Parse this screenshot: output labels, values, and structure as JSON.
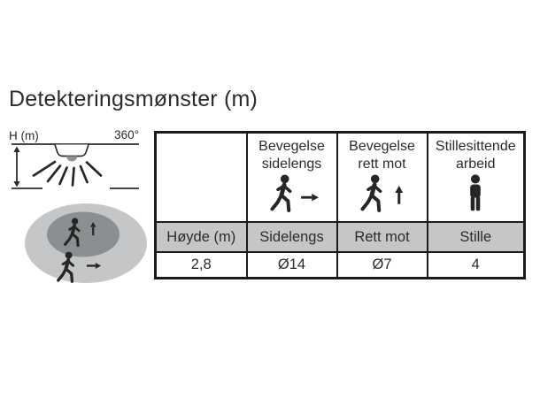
{
  "title": "Detekteringsmønster (m)",
  "diagram": {
    "height_label": "H (m)",
    "angle_label": "360°",
    "colors": {
      "outer_zone": "#c4c6c8",
      "inner_zone": "#8b8f92",
      "line": "#2b2b29",
      "sensor_dome": "#909496"
    }
  },
  "table": {
    "border_color": "#1b1b1b",
    "label_row_bg": "#c6c6c6",
    "columns": [
      {
        "header": "",
        "icon": "",
        "row_label": "Høyde (m)",
        "value": "2,8"
      },
      {
        "header": "Bevegelse sidelengs",
        "icon": "person-walking-right",
        "row_label": "Sidelengs",
        "value": "Ø14"
      },
      {
        "header": "Bevegelse rett mot",
        "icon": "person-walking-up",
        "row_label": "Rett mot",
        "value": "Ø7"
      },
      {
        "header": "Stillesittende arbeid",
        "icon": "person-standing",
        "row_label": "Stille",
        "value": "4"
      }
    ]
  }
}
